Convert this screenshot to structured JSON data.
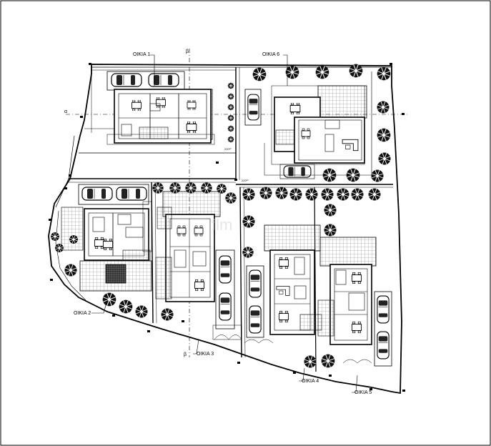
{
  "plan": {
    "labels": {
      "house_1": "OIKIA 1",
      "house_2": "OIKIA 2",
      "house_3": "OIKIA 3",
      "house_4": "OIKIA 4",
      "house_5": "OIKIA 5",
      "house_6": "OIKIA 6",
      "section_b": "β",
      "section_b2": "β",
      "section_a": "α",
      "level_1": "220¹⁰",
      "level_2": "220¹⁰"
    },
    "watermark": "flm"
  }
}
